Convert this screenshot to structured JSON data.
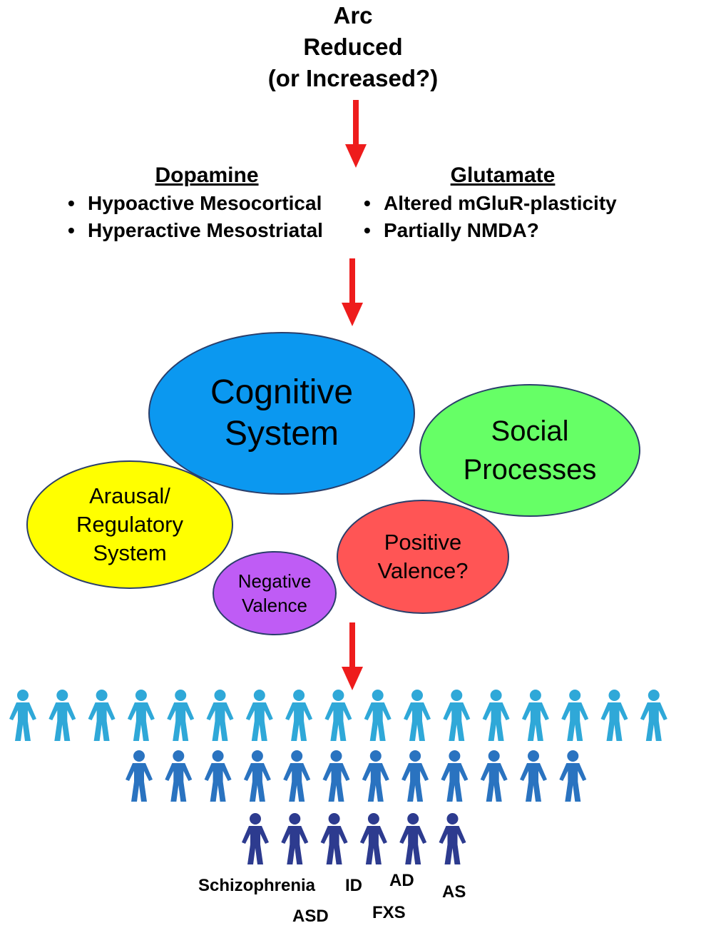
{
  "header": {
    "line1": "Arc",
    "line2": "Reduced",
    "line3": "(or Increased?)"
  },
  "dopamine": {
    "heading": "Dopamine",
    "items": [
      "Hypoactive Mesocortical",
      "Hyperactive Mesostriatal"
    ]
  },
  "glutamate": {
    "heading": "Glutamate",
    "items": [
      "Altered mGluR-plasticity",
      "Partially NMDA?"
    ]
  },
  "domains": {
    "cognitive": {
      "line1": "Cognitive",
      "line2": "System"
    },
    "social": {
      "line1": "Social",
      "line2": "Processes"
    },
    "arousal": {
      "line1": "Arausal/",
      "line2": "Regulatory",
      "line3": "System"
    },
    "positive": {
      "line1": "Positive",
      "line2": "Valence?"
    },
    "negative": {
      "line1": "Negative",
      "line2": "Valence"
    }
  },
  "disorders": [
    "Schizophrenia",
    "ID",
    "AD",
    "AS",
    "ASD",
    "FXS"
  ],
  "colors": {
    "arrow": "#ee1c1c",
    "cognitive": "#0b98f0",
    "social": "#66ff66",
    "arousal": "#ffff00",
    "positive": "#ff5555",
    "negative": "#bf5cf5",
    "row1_person": "#2fa8d8",
    "row2_person": "#2a73c0",
    "row3_person": "#2d3b8f"
  },
  "people_rows": [
    17,
    12,
    6
  ]
}
